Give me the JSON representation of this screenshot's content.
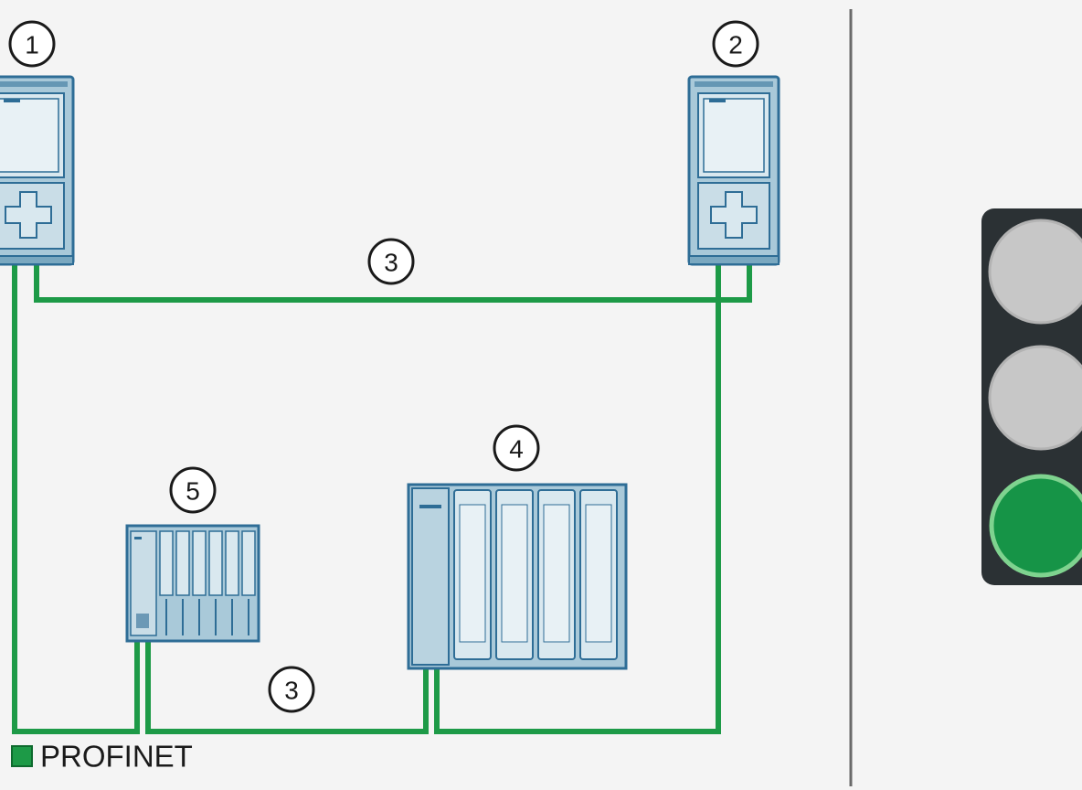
{
  "callouts": {
    "cpu_1": "1",
    "cpu_2": "2",
    "network_top": "3",
    "network_bottom": "3",
    "io_device_large": "4",
    "io_device_small": "5"
  },
  "legend": {
    "label": "PROFINET",
    "color": "#1d9a47"
  },
  "colors": {
    "network": "#1d9a47",
    "device_outline": "#2e6d96",
    "device_fill": "#a9c9d9",
    "device_panel": "#d9e8ef",
    "traffic_light_body": "#2b3134",
    "lamp_off": "#c7c7c7",
    "lamp_on": "#169447",
    "lamp_on_ring": "#7fd38f"
  },
  "traffic_light": {
    "lamps": [
      {
        "name": "red",
        "state": "off"
      },
      {
        "name": "yellow",
        "state": "off"
      },
      {
        "name": "green",
        "state": "on"
      }
    ]
  },
  "icons": [
    "cpu-icon",
    "io-module-icon",
    "traffic-light-icon",
    "profinet-legend-swatch"
  ]
}
